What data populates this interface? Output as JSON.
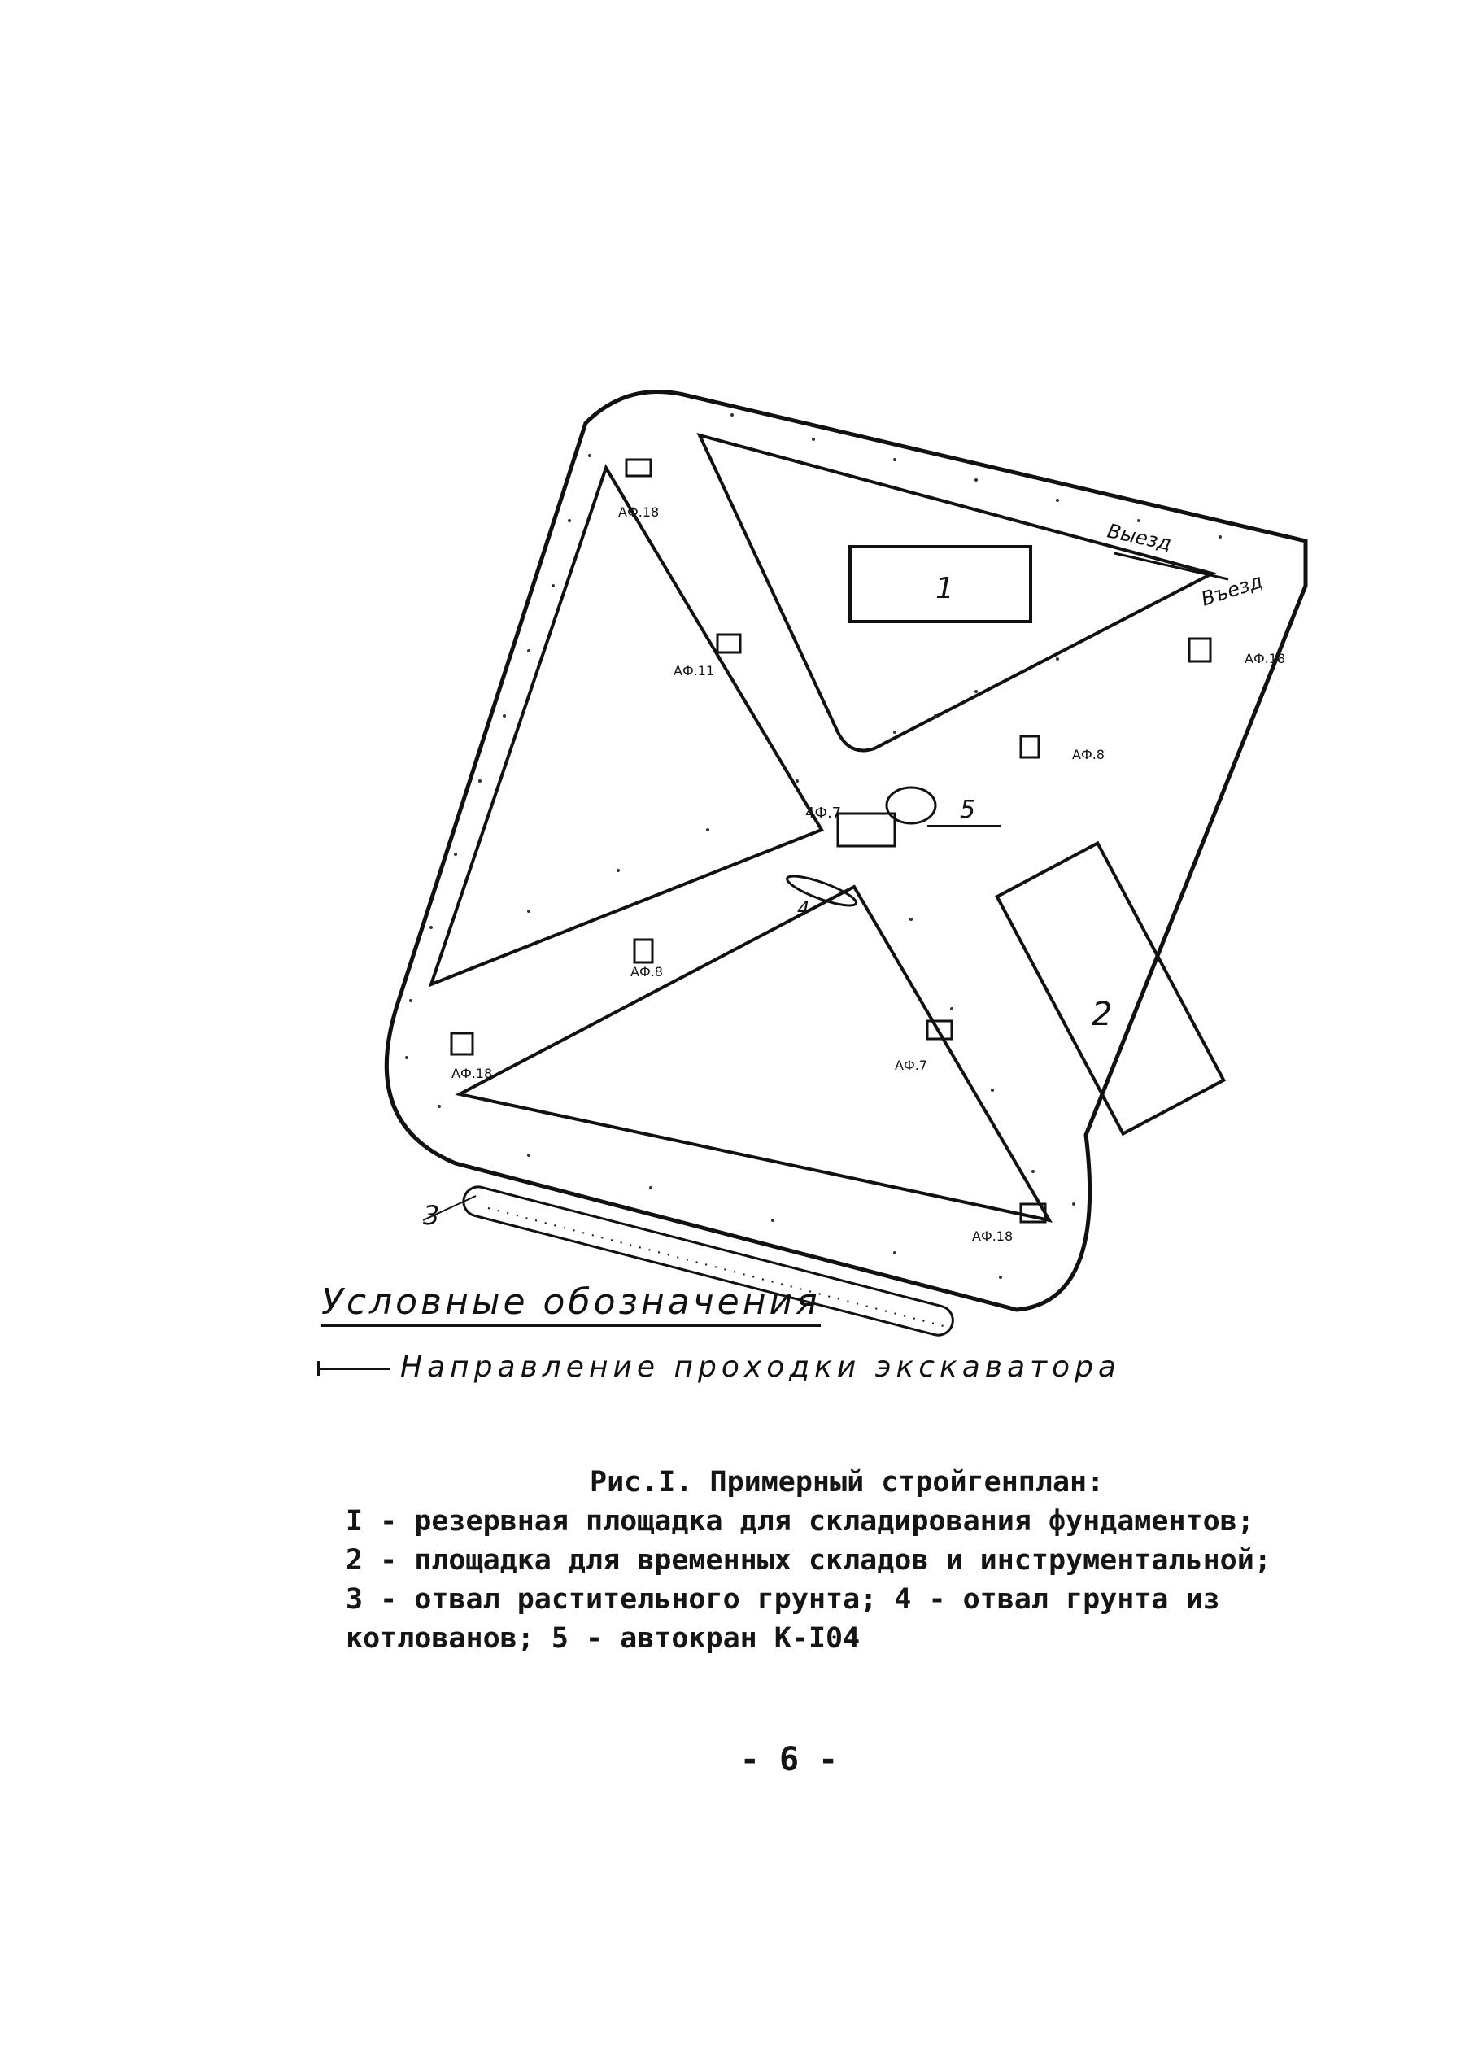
{
  "plan": {
    "site_labels": {
      "site1": "1",
      "site2": "2"
    },
    "exit_label": "Выезд",
    "entry_label": "Въезд",
    "foundation_labels": {
      "f_top": "АФ.18",
      "f_left_mid": "АФ.11",
      "f_right_top": "АФ.18",
      "f_right_mid": "АФ.8",
      "f_center": "4Ф.7",
      "f_bottom_left_mid": "АФ.8",
      "f_bottom_left": "АФ.18",
      "f_bottom_mid": "АФ.7",
      "f_bottom_right": "АФ.18"
    },
    "callouts": {
      "c3": "3",
      "c4": "4",
      "c5": "5"
    }
  },
  "legend": {
    "title": "Условные обозначения",
    "item": "Направление проходки экскаватора"
  },
  "caption": {
    "title": "Рис.I. Примерный стройгенплан:",
    "line1": "I - резервная площадка для складирования фундаментов;",
    "line2": "2 - площадка для временных складов и инструментальной;",
    "line3": "3 - отвал растительного грунта; 4 - отвал грунта из",
    "line4": "котлованов; 5 - автокран К-I04"
  },
  "page_number": "- 6 -"
}
